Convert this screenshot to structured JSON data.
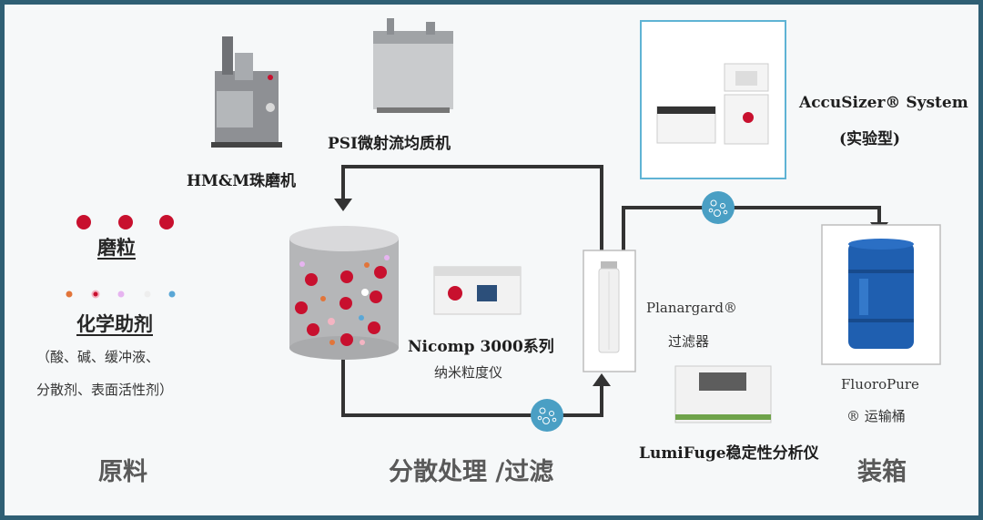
{
  "stages": {
    "raw": "原料",
    "process": "分散处理 /过滤",
    "pack": "装箱"
  },
  "equipment": {
    "hmm": "HM&M珠磨机",
    "psi": "PSI微射流均质机",
    "accusizer_line1": "AccuSizer® System",
    "accusizer_line2": "(实验型)",
    "nicomp_line1": "Nicomp 3000系列",
    "nicomp_line2": "纳米粒度仪",
    "planargard_line1": "Planargard®",
    "planargard_line2": "过滤器",
    "lumifuge": "LumiFuge稳定性分析仪",
    "fluoropure_line1": "FluoroPure",
    "fluoropure_line2": "® 运输桶"
  },
  "materials": {
    "grinding_title": "磨粒",
    "chem_title": "化学助剂",
    "chem_line1": "（酸、碱、缓冲液、",
    "chem_line2": "分散剂、表面活性剂）"
  },
  "colors": {
    "frame": "#2f5f74",
    "flow_line": "#333333",
    "particle_red": "#c8102e",
    "valve_blue": "#4a9fc4",
    "drum_blue": "#1f5fb0"
  },
  "icons": {
    "flow_valve": "sensor-bubble-icon",
    "arrow": "arrow-down-icon"
  }
}
